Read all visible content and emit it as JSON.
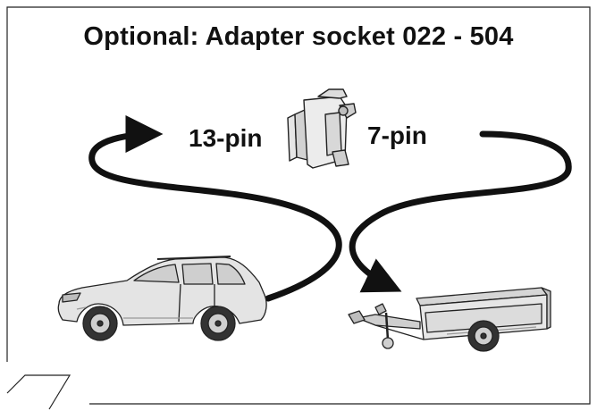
{
  "title": "Optional: Adapter socket 022 - 504",
  "labels": {
    "left_pin": "13-pin",
    "right_pin": "7-pin"
  },
  "icons": [
    "adapter-socket-icon",
    "car-icon",
    "trailer-icon"
  ],
  "colors": {
    "ink": "#111111",
    "vehicle_fill": "#e4e4e4",
    "vehicle_shade": "#b8b8b8",
    "frame": "#222222"
  }
}
